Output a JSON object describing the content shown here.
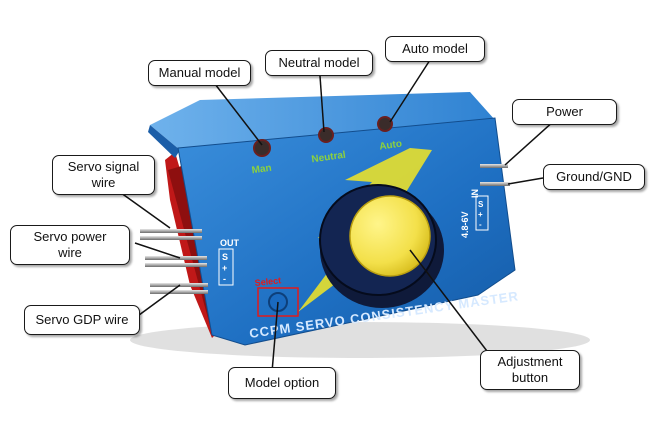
{
  "callouts": {
    "manual_model": "Manual model",
    "neutral_model": "Neutral model",
    "auto_model": "Auto  model",
    "power": "Power",
    "ground_gnd": "Ground/GND",
    "servo_signal_wire": [
      "Servo signal",
      "wire"
    ],
    "servo_power_wire": [
      "Servo power",
      "wire"
    ],
    "servo_gdp_wire": "Servo GDP wire",
    "model_option": "Model option",
    "adjustment_button": [
      "Adjustment",
      "button"
    ]
  },
  "device_labels": {
    "man": "Man",
    "neutral": "Neutral",
    "auto": "Auto",
    "select": "Select",
    "out": "OUT",
    "in": "IN",
    "voltage": "4.8-6V",
    "pin_s": "S",
    "pin_plus": "+",
    "pin_minus": "-",
    "banner": "CCPM SERVO CONSISTENCY MASTER"
  },
  "colors": {
    "body_blue": "#1e6fc2",
    "body_top": "#3f93de",
    "side_red": "#c01818",
    "knob_yellow": "#f3e04a",
    "lightning_yellow": "#e8e02c",
    "wire_label_green": "#8cd13f",
    "outline": "#1a1a1a"
  }
}
